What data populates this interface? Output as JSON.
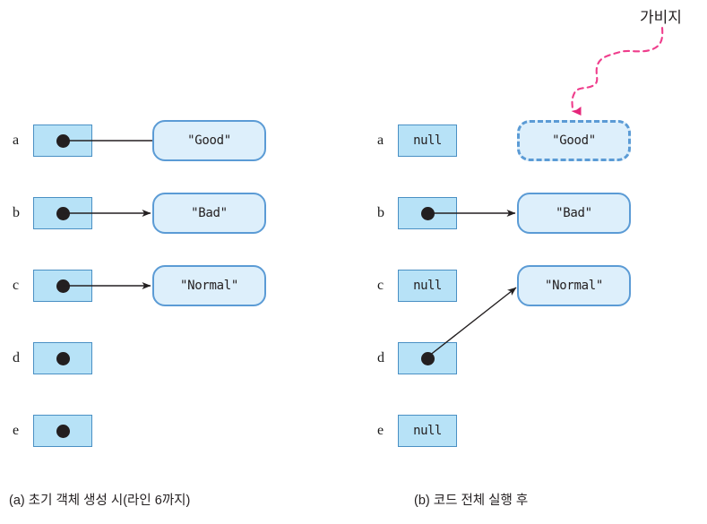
{
  "figure": {
    "title_alt": "Object reference diagram",
    "colors": {
      "var_box_fill": "#b7e2f7",
      "var_box_border": "#4a90c4",
      "string_box_fill": "#ddeffb",
      "string_box_border": "#5b9bd5",
      "dot": "#231f20",
      "arrow": "#231f20",
      "garbage_accent": "#e6267a",
      "background": "#ffffff"
    }
  },
  "panel_a": {
    "caption": "(a) 초기 객체 생성 시(라인 6까지)",
    "variables": [
      {
        "label": "a",
        "value": "",
        "has_dot": true
      },
      {
        "label": "b",
        "value": "",
        "has_dot": true
      },
      {
        "label": "c",
        "value": "",
        "has_dot": true
      },
      {
        "label": "d",
        "value": "",
        "has_dot": true
      },
      {
        "label": "e",
        "value": "",
        "has_dot": true
      }
    ],
    "objects": [
      {
        "text": "\"Good\"",
        "dashed": false
      },
      {
        "text": "\"Bad\"",
        "dashed": false
      },
      {
        "text": "\"Normal\"",
        "dashed": false
      }
    ],
    "links": [
      {
        "from": "a",
        "to": "\"Good\"",
        "arrowhead": false
      },
      {
        "from": "b",
        "to": "\"Bad\"",
        "arrowhead": true
      },
      {
        "from": "c",
        "to": "\"Normal\"",
        "arrowhead": true
      }
    ]
  },
  "panel_b": {
    "caption": "(b) 코드 전체 실행 후",
    "variables": [
      {
        "label": "a",
        "value": "null",
        "has_dot": false
      },
      {
        "label": "b",
        "value": "",
        "has_dot": true
      },
      {
        "label": "c",
        "value": "null",
        "has_dot": false
      },
      {
        "label": "d",
        "value": "",
        "has_dot": true
      },
      {
        "label": "e",
        "value": "null",
        "has_dot": false
      }
    ],
    "objects": [
      {
        "text": "\"Good\"",
        "dashed": true
      },
      {
        "text": "\"Bad\"",
        "dashed": false
      },
      {
        "text": "\"Normal\"",
        "dashed": false
      }
    ],
    "links": [
      {
        "from": "b",
        "to": "\"Bad\"",
        "arrowhead": true
      },
      {
        "from": "d",
        "to": "\"Normal\"",
        "arrowhead": true
      }
    ],
    "annotation": {
      "label": "가비지",
      "points_to": "\"Good\""
    }
  }
}
